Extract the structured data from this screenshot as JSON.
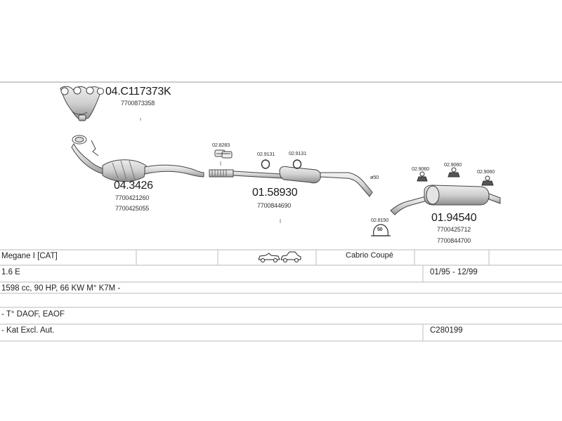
{
  "parts": {
    "manifold": {
      "number": "04.C117373K",
      "ref": "7700873358"
    },
    "catalyst": {
      "number": "04.3426",
      "refs": [
        "7700421260",
        "7700425055"
      ]
    },
    "mid_silencer": {
      "number": "01.58930",
      "ref": "7700844690"
    },
    "rear_silencer": {
      "number": "01.94540",
      "refs": [
        "7700425712",
        "7700844700"
      ]
    },
    "clamp_top": "02.8283",
    "hanger_a": "02.9131",
    "hanger_b": "02.9131",
    "rear_hanger_1": "02.9060",
    "rear_hanger_2": "02.9060",
    "rear_hanger_3": "02.9060",
    "clamp_bottom": {
      "code": "02.8150",
      "size": "50"
    },
    "pipe_diameter": "ø50"
  },
  "table": {
    "model": "Megane I [CAT]",
    "body_type": "Cabrio Coupé",
    "engine": "1.6 E",
    "years": "01/95 - 12/99",
    "specs": "1598 cc, 90 HP, 66 KW M° K7M -",
    "note1": "- T° DAOF, EAOF",
    "note2": "- Kat Excl. Aut.",
    "code": "C280199"
  },
  "icons": [
    "convertible-car-icon",
    "coupe-car-icon"
  ],
  "colors": {
    "line": "#c8c8c8",
    "part": "#555555",
    "part_fill": "#e6e6e6"
  }
}
